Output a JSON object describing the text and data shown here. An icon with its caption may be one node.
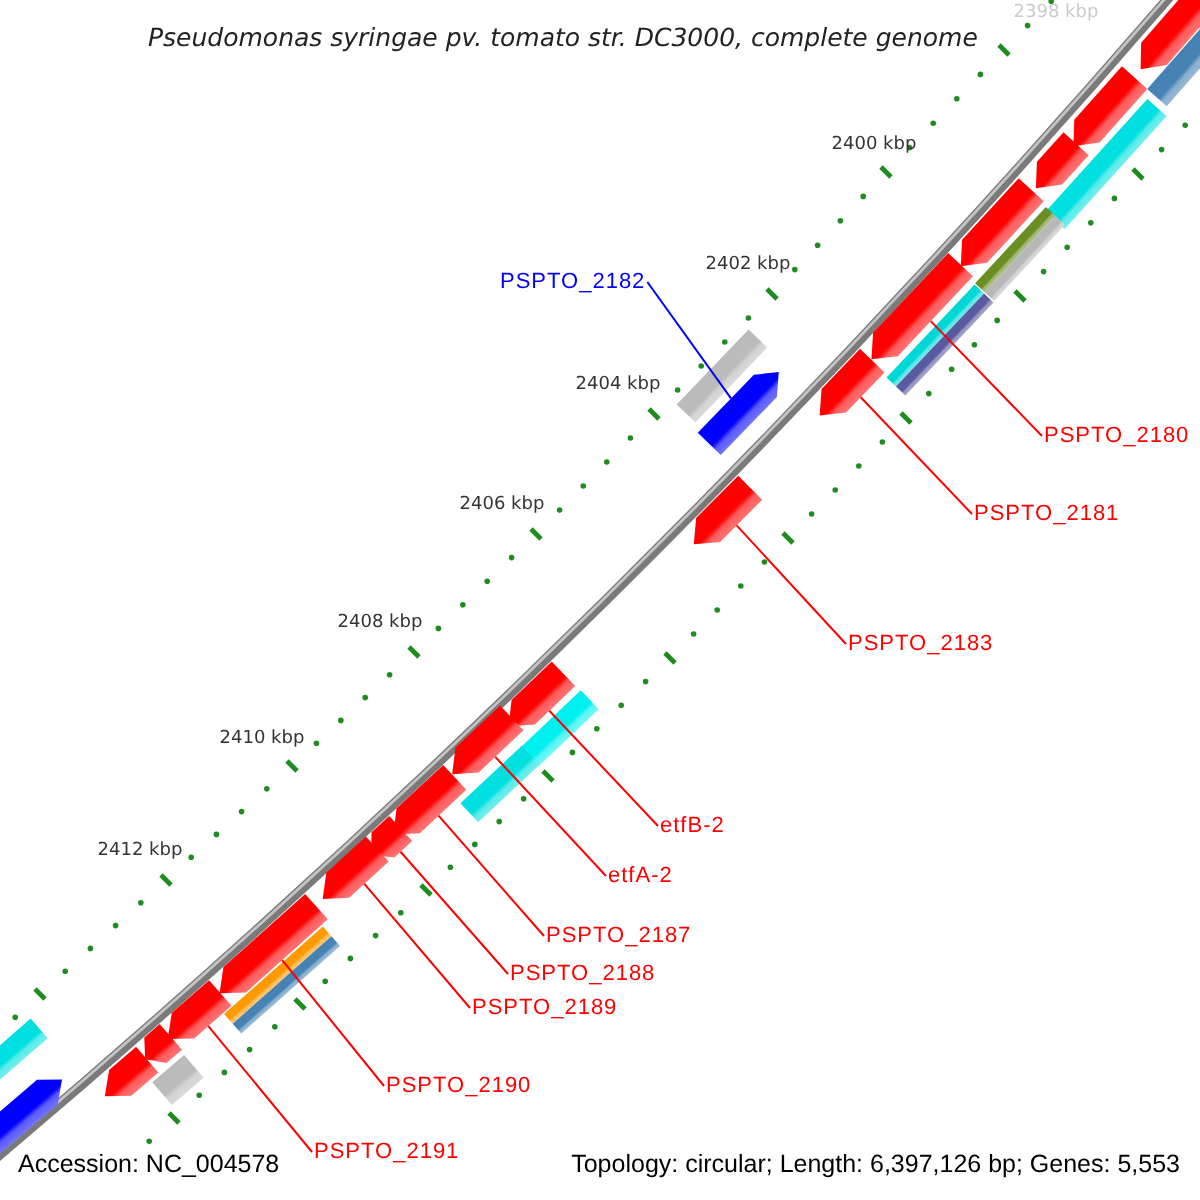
{
  "diagram": {
    "title": "Pseudomonas syringae pv. tomato str. DC3000, complete genome",
    "nodes": [
      {
        "text": [
          "PSPTO_2182"
        ]
      },
      {
        "text": [],
        "shape": "arrow"
      },
      {
        "text": [
          "PSPTO_2180"
        ]
      },
      {
        "text": [],
        "shape": "arrow"
      },
      {
        "text": [
          "PSPTO_2181"
        ]
      },
      {
        "text": [],
        "shape": "arrow"
      },
      {
        "text": [
          "PSPTO_2183"
        ]
      },
      {
        "text": [],
        "shape": "arrow"
      },
      {
        "text": [
          "etfB-2"
        ]
      },
      {
        "text": [],
        "shape": "arrow"
      },
      {
        "text": [
          "etfA-2"
        ]
      },
      {
        "text": [],
        "shape": "arrow"
      },
      {
        "text": [
          "PSPTO_2187"
        ]
      },
      {
        "text": [],
        "shape": "arrow"
      },
      {
        "text": [
          "PSPTO_2188"
        ]
      },
      {
        "text": [],
        "shape": "arrow"
      },
      {
        "text": [
          "PSPTO_2189"
        ]
      },
      {
        "text": [],
        "shape": "arrow"
      },
      {
        "text": [
          "PSPTO_2190"
        ]
      },
      {
        "text": [],
        "shape": "arrow"
      },
      {
        "text": [
          "PSPTO_2191"
        ]
      },
      {
        "text": [],
        "shape": "arrow"
      },
      {
        "text": [],
        "shape": "arrow"
      },
      {
        "text": [],
        "shape": "arrow"
      },
      {
        "text": [],
        "shape": "arrow"
      },
      {
        "text": [],
        "shape": "arrow"
      },
      {
        "text": [],
        "shape": "arrow"
      },
      {
        "text": [],
        "shape": "arrow"
      },
      {
        "text": [],
        "shape": "bar"
      },
      {
        "text": [],
        "shape": "bar"
      },
      {
        "text": [],
        "shape": "bar"
      },
      {
        "text": [],
        "shape": "bar"
      },
      {
        "text": [],
        "shape": "bar"
      },
      {
        "text": [],
        "shape": "bar"
      },
      {
        "text": [],
        "shape": "bar"
      },
      {
        "text": [],
        "shape": "bar"
      },
      {
        "text": [],
        "shape": "bar"
      },
      {
        "text": [],
        "shape": "bar"
      },
      {
        "text": [],
        "shape": "arrow"
      }
    ],
    "edges": [
      {
        "from": 0,
        "to": 1,
        "arrow": "none",
        "color": "#0000ff"
      },
      {
        "from": 2,
        "to": 3,
        "arrow": "none"
      },
      {
        "from": 4,
        "to": 5,
        "arrow": "none"
      },
      {
        "from": 6,
        "to": 7,
        "arrow": "none"
      },
      {
        "from": 8,
        "to": 9,
        "arrow": "none"
      },
      {
        "from": 10,
        "to": 11,
        "arrow": "none"
      },
      {
        "from": 12,
        "to": 13,
        "arrow": "none"
      },
      {
        "from": 14,
        "to": 15,
        "arrow": "none"
      },
      {
        "from": 16,
        "to": 17,
        "arrow": "none"
      },
      {
        "from": 18,
        "to": 19,
        "arrow": "none"
      },
      {
        "from": 20,
        "to": 21,
        "arrow": "none"
      }
    ],
    "labels": [
      "2398 kbp",
      "2400 kbp",
      "2402 kbp",
      "2404 kbp",
      "2406 kbp",
      "2408 kbp",
      "2410 kbp",
      "2412 kbp",
      "Accession: NC_004578",
      "Topology: circular; Length: 6,397,126 bp; Genes: 5,553"
    ]
  }
}
